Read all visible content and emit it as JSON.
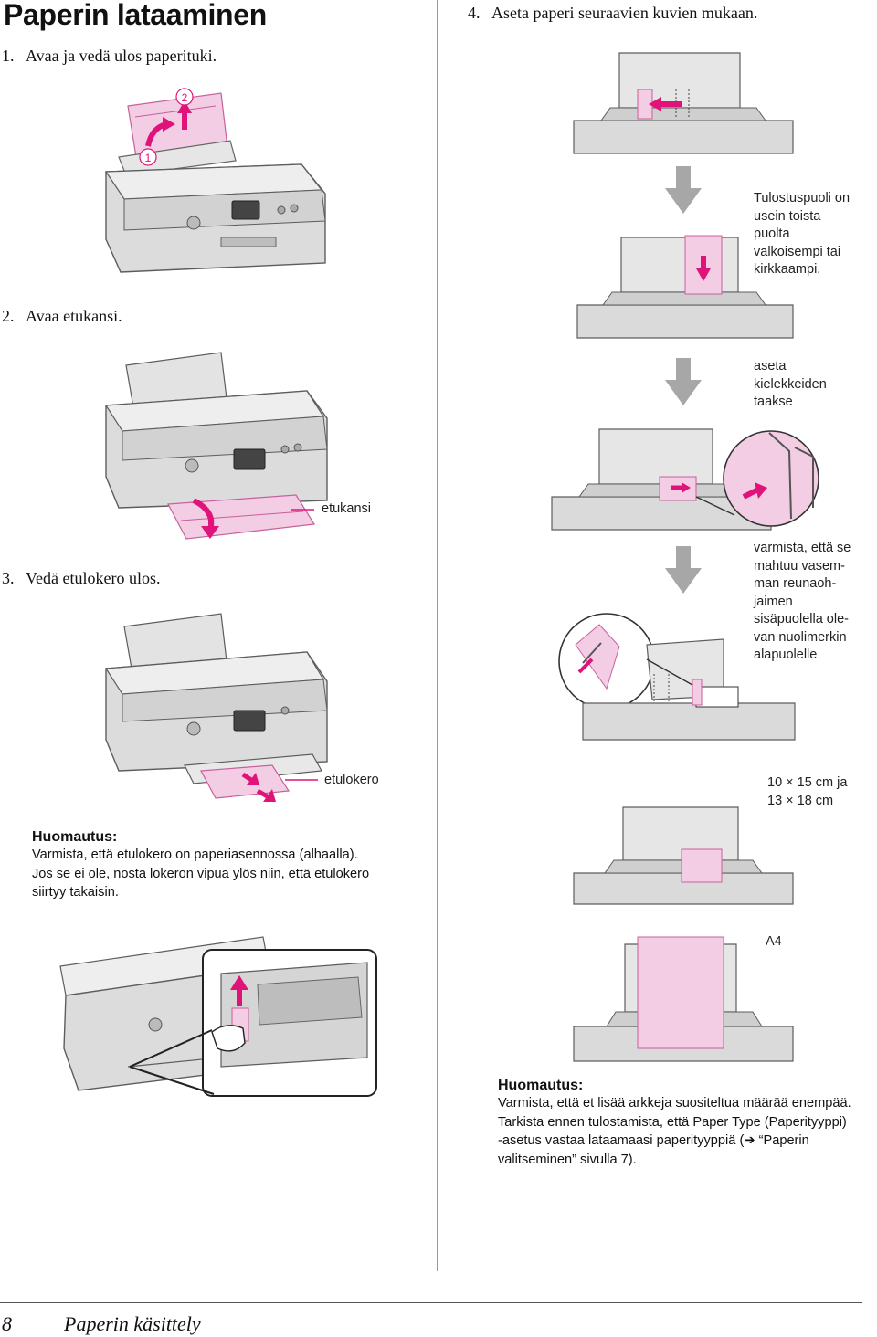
{
  "page": {
    "title": "Paperin lataaminen",
    "footer": {
      "page_number": "8",
      "section": "Paperin käsittely"
    }
  },
  "left": {
    "step1": {
      "num": "1.",
      "text": "Avaa ja vedä ulos paperituki."
    },
    "step2": {
      "num": "2.",
      "text": "Avaa etukansi."
    },
    "step3": {
      "num": "3.",
      "text": "Vedä etulokero ulos."
    },
    "fig1": {
      "badge1": "1",
      "badge2": "2"
    },
    "fig2": {
      "label": "etukansi"
    },
    "fig3": {
      "label": "etulokero"
    },
    "note": {
      "heading": "Huomautus:",
      "line1": "Varmista, että etulokero on paperiasennossa (alhaalla).",
      "line2": "Jos se ei ole, nosta lokeron vipua ylös niin, että etulokero",
      "line3": "siirtyy takaisin."
    }
  },
  "right": {
    "step4": {
      "num": "4.",
      "text": "Aseta paperi seuraavien kuvien mukaan."
    },
    "callout1": [
      "Tulostuspuoli on",
      "usein toista",
      "puolta",
      "valkoisempi tai",
      "kirkkaampi."
    ],
    "callout2": [
      "aseta",
      "kielekkeiden",
      "taakse"
    ],
    "callout3": [
      "varmista, että se",
      "mahtuu vasem-",
      "man reunaoh-",
      "jaimen",
      "sisäpuolella ole-",
      "van nuolimerkin",
      "alapuolelle"
    ],
    "size_small": [
      "10 × 15 cm ja",
      "13 × 18 cm"
    ],
    "size_a4": "A4",
    "note": {
      "heading": "Huomautus:",
      "line1": "Varmista, että et lisää arkkeja suositeltua määrää enempää.",
      "line2": "Tarkista ennen tulostamista, että Paper Type (Paperityyppi)",
      "line3a": "-asetus vastaa lataamaasi paperityyppiä (",
      "line3_arrow": "➔",
      "line3b": " “Paperin",
      "line4": "valitseminen” sivulla 7)."
    }
  },
  "colors": {
    "pink": "#f3cde4",
    "pink_stroke": "#c8609a",
    "magenta": "#e0137a",
    "gray_arrow": "#a7a7a7",
    "printer_gray": "#d8d8d8",
    "printer_dark": "#5d5d5d"
  }
}
